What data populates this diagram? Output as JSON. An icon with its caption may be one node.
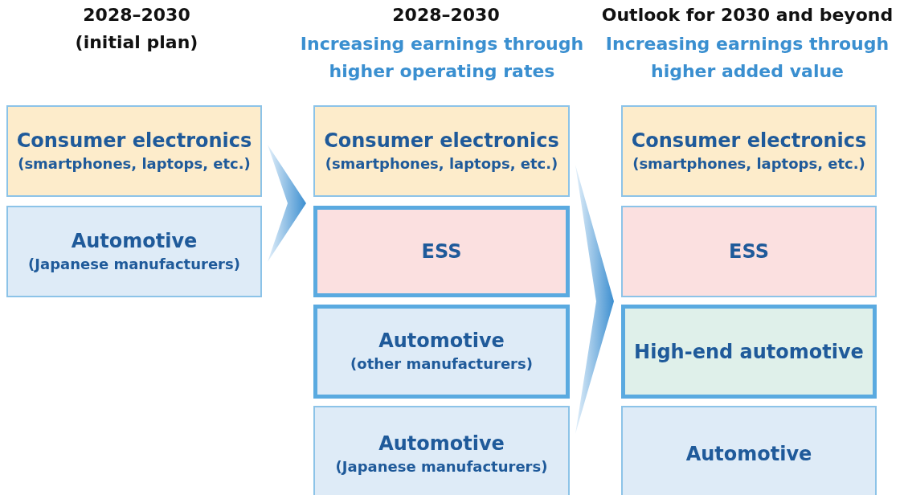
{
  "diagram": {
    "nodes": [
      {
        "text": [
          "Consumer electronics",
          "(smartphones, laptops, etc.)"
        ]
      },
      {
        "text": [
          "Automotive",
          "(Japanese manufacturers)"
        ]
      },
      {
        "text": [
          "Consumer electronics",
          "(smartphones, laptops, etc.)"
        ]
      },
      {
        "text": [
          "ESS"
        ]
      },
      {
        "text": [
          "Automotive",
          "(other manufacturers)"
        ]
      },
      {
        "text": [
          "Automotive",
          "(Japanese manufacturers)"
        ]
      },
      {
        "text": [
          "Consumer electronics",
          "(smartphones, laptops, etc.)"
        ]
      },
      {
        "text": [
          "ESS"
        ]
      },
      {
        "text": [
          "High-end automotive"
        ]
      },
      {
        "text": [
          "Automotive"
        ]
      }
    ],
    "labels": [
      "2028–2030",
      "(initial plan)",
      "2028–2030",
      "Increasing earnings through higher operating rates",
      "Outlook for 2030 and beyond",
      "Increasing earnings through higher added value"
    ]
  }
}
